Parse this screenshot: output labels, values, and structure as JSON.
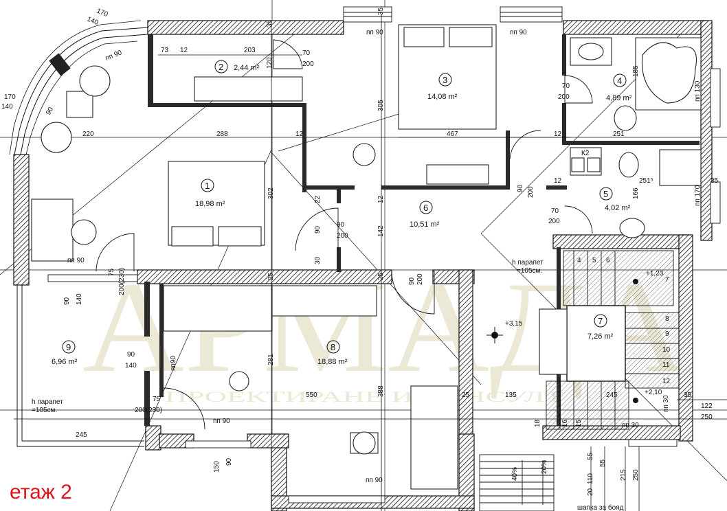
{
  "floor_label": "етаж 2",
  "rooms": [
    {
      "num": "1",
      "area": "18,98 m²"
    },
    {
      "num": "2",
      "area": "2,44 m²"
    },
    {
      "num": "3",
      "area": "14,08 m²"
    },
    {
      "num": "4",
      "area": "4,89 m²"
    },
    {
      "num": "5",
      "area": "4,02 m²"
    },
    {
      "num": "6",
      "area": "10,51 m²"
    },
    {
      "num": "7",
      "area": "7,26 m²"
    },
    {
      "num": "8",
      "area": "18,88 m²"
    },
    {
      "num": "9",
      "area": "6,96 m²"
    }
  ],
  "notes": {
    "parapet_a": "h парапет",
    "parapet_b": "=105см.",
    "level_a": "+3,15",
    "level_b": "+1,23",
    "level_c": "+2,10",
    "k2": "К2",
    "bottom_note": "шапка за бояд"
  },
  "dims": {
    "d170": "170",
    "d140": "140",
    "d90": "90",
    "pp90": "пп 90",
    "pp30": "пп 30",
    "d73": "73",
    "d12": "12",
    "d203": "203",
    "d70": "70",
    "d200": "200",
    "d120": "120",
    "d35": "35",
    "d305": "305",
    "d467": "467",
    "d185": "185",
    "d130": "130",
    "pp130": "пп 130",
    "d251": "251",
    "d2515": "251⁵",
    "d166": "166",
    "d170b": "пп 170",
    "d220": "220",
    "d288": "288",
    "d302": "302",
    "d22": "22",
    "d142": "142",
    "d30": "30",
    "d25": "25",
    "d75": "75",
    "d200230": "200(230)",
    "d281": "281",
    "d550": "550",
    "d388": "388",
    "d135": "135",
    "d245": "245",
    "d122": "122",
    "d250": "250",
    "d150": "150",
    "d215": "215",
    "d55": "55",
    "d110": "110",
    "d20": "20",
    "d16": "16",
    "d15": "15",
    "d18": "18",
    "p40": "40%",
    "p20": "20%",
    "s4": "4",
    "s5": "5",
    "s6": "6",
    "s7": "7",
    "s8": "8",
    "s9": "9",
    "s10": "10",
    "s11": "11",
    "s12": "12",
    "ppx90": "пп90"
  },
  "watermark": {
    "main": "АРМАДА",
    "sub": "ПРОЕКТИРАНЕ И КОНСУЛТ"
  }
}
